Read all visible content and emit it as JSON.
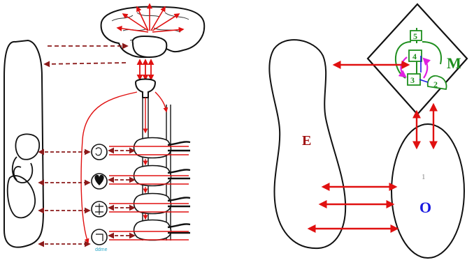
{
  "right_diagram": {
    "labels": {
      "environment": "E",
      "organism": "O",
      "mind": "M",
      "organism_index": "1"
    },
    "boxes": [
      "5",
      "4",
      "3",
      "2"
    ]
  },
  "left_diagram": {
    "caption": "ddme"
  },
  "colors": {
    "arrow_red": "#e01010",
    "dark_red": "#8b1a1a",
    "green": "#1f8f1f",
    "magenta": "#e020e0",
    "blue": "#1a1ae0"
  }
}
